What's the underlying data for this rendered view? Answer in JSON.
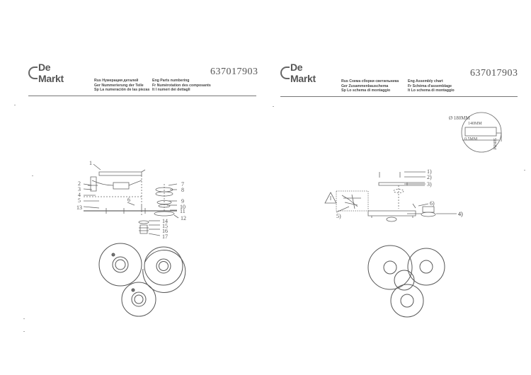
{
  "left_page": {
    "brand": "De Markt",
    "doc_number": "637017903",
    "captions": [
      [
        "Rus Нумерация деталей",
        "Eng Parts numbering"
      ],
      [
        "Ger Nummerierung der Teile",
        "Fr Numérotation des composants"
      ],
      [
        "Sp La numeración de las piezas",
        "It I numeri dei dettagli"
      ]
    ],
    "part_numbers": [
      "1",
      "2",
      "3",
      "4",
      "5",
      "6",
      "7",
      "8",
      "9",
      "10",
      "11",
      "12",
      "13",
      "14",
      "15",
      "16",
      "17"
    ]
  },
  "right_page": {
    "brand": "De Markt",
    "doc_number": "637017903",
    "captions": [
      [
        "Rus Схема сборки светильника",
        "Eng Assembly chart"
      ],
      [
        "Ger Zusammenbauschema",
        "Fr Schéma d'assemblage"
      ],
      [
        "Sp Lo schema di montaggio",
        "It Lo schema di montaggio"
      ]
    ],
    "step_labels": [
      "1)",
      "2)",
      "3)",
      "4)",
      "5)",
      "6)",
      "4)"
    ],
    "dimensions": {
      "diameter": "Ø 180MM",
      "width": "140MM",
      "inner": "0.5MM",
      "height": "50MM"
    }
  }
}
